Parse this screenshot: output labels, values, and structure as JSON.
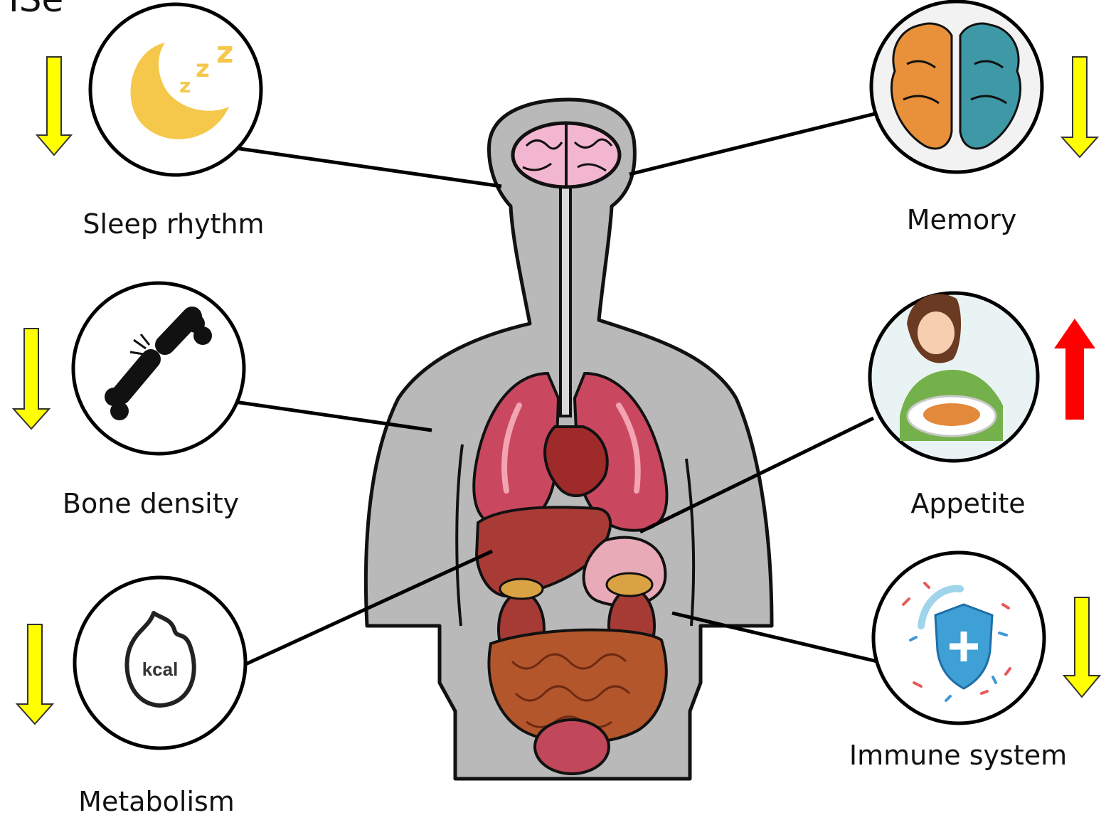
{
  "header": {
    "fragment": "ISe"
  },
  "effects": [
    {
      "id": "sleep",
      "label": "Sleep rhythm",
      "direction": "down",
      "icon": "crescent-moon-zzz-icon"
    },
    {
      "id": "bone",
      "label": "Bone density",
      "direction": "down",
      "icon": "broken-bone-icon"
    },
    {
      "id": "metabolism",
      "label": "Metabolism",
      "direction": "down",
      "icon": "kcal-flame-icon",
      "icon_text": "kcal"
    },
    {
      "id": "memory",
      "label": "Memory",
      "direction": "down",
      "icon": "brain-hemispheres-icon"
    },
    {
      "id": "appetite",
      "label": "Appetite",
      "direction": "up",
      "icon": "girl-eating-icon"
    },
    {
      "id": "immune",
      "label": "Immune system",
      "direction": "down",
      "icon": "immune-shield-icon"
    }
  ],
  "colors": {
    "decrease_arrow": "#ffff00",
    "increase_arrow": "#ff0000",
    "body_silhouette": "#b9b9b9"
  }
}
